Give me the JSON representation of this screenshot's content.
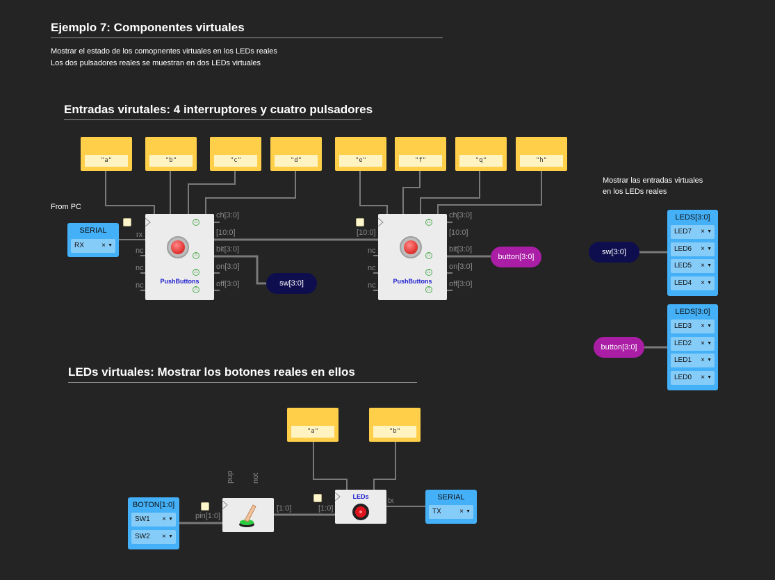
{
  "page": {
    "title": "Ejemplo 7: Componentes virtuales",
    "desc_line1": "Mostrar el estado de los comopnentes virtuales en los LEDs reales",
    "desc_line2": "Los dos pulsadores reales se muestran en dos LEDs virtuales"
  },
  "section1": {
    "title": "Entradas virutales: 4 interruptores y cuatro pulsadores",
    "from_pc": "From PC",
    "constants": [
      "\"a\"",
      "\"b\"",
      "\"c\"",
      "\"d\"",
      "\"e\"",
      "\"f\"",
      "\"q\"",
      "\"h\""
    ],
    "serial": {
      "title": "SERIAL",
      "pin": "RX",
      "x": "×",
      "dd": "▼",
      "port": "rx"
    },
    "block": "PushButtons",
    "ports_in": {
      "rx": "rx",
      "nc": "nc",
      "bus10": "[10:0]"
    },
    "ports_out": {
      "ch": "ch[3:0]",
      "bus10": "[10:0]",
      "bit": "bit[3:0]",
      "on": "on[3:0]",
      "off": "off[3:0]"
    },
    "label_sw": "sw[3:0]",
    "label_button": "button[3:0]"
  },
  "right": {
    "note_line1": "Mostrar las entradas virtuales",
    "note_line2": "en los LEDs reales",
    "label_sw": "sw[3:0]",
    "label_button": "button[3:0]",
    "leds_upper": {
      "title": "LEDS[3:0]",
      "items": [
        "LED7",
        "LED6",
        "LED5",
        "LED4"
      ]
    },
    "leds_lower": {
      "title": "LEDS[3:0]",
      "items": [
        "LED3",
        "LED2",
        "LED1",
        "LED0"
      ]
    }
  },
  "section2": {
    "title": "LEDs virtuales: Mostrar los botones reales en ellos",
    "constants": [
      "\"a\"",
      "\"b\""
    ],
    "boton": {
      "title": "BOTON[1:0]",
      "items": [
        "SW1",
        "SW2"
      ]
    },
    "pin_label": "pin[1:0]",
    "pup": "pup",
    "not": "not",
    "bus_out": "[1:0]",
    "bus_in": "[1:0]",
    "leds_block": "LEDs",
    "tx": "tx",
    "serial": {
      "title": "SERIAL",
      "pin": "TX"
    }
  },
  "colors": {
    "background": "#242424",
    "constant": "#ffcf4a",
    "io_block": "#44b0f7",
    "label_sw": "#0e0e4e",
    "label_button": "#aa1ea5",
    "wire": "#7a7a7a"
  },
  "icons": [
    "clock-icon",
    "pushbutton-icon",
    "switch-icon",
    "led-icon",
    "dropdown-arrow-icon",
    "close-icon"
  ]
}
